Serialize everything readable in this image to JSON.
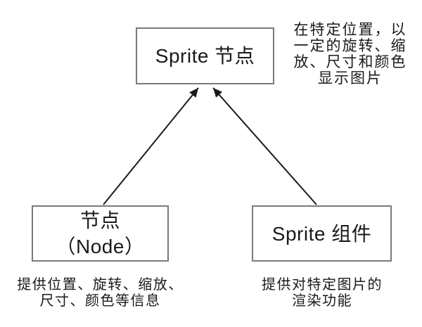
{
  "colors": {
    "background": "#ffffff",
    "box_border": "#7a7a7a",
    "box_fill": "#ffffff",
    "text": "#1a1a1a",
    "arrow": "#1a1a1a"
  },
  "boxes": {
    "sprite_node": {
      "label": "Sprite 节点"
    },
    "node": {
      "label": "节点\n（Node）"
    },
    "sprite_component": {
      "label": "Sprite 组件"
    }
  },
  "captions": {
    "sprite_node_desc": "在特定位置，以\n一定的旋转、缩\n放、尺寸和颜色\n显示图片",
    "node_desc": "提供位置、旋转、缩放、\n尺寸、颜色等信息",
    "sprite_component_desc": "提供对特定图片的\n渲染功能"
  },
  "relations": [
    {
      "from": "节点（Node）",
      "to": "Sprite 节点"
    },
    {
      "from": "Sprite 组件",
      "to": "Sprite 节点"
    }
  ]
}
